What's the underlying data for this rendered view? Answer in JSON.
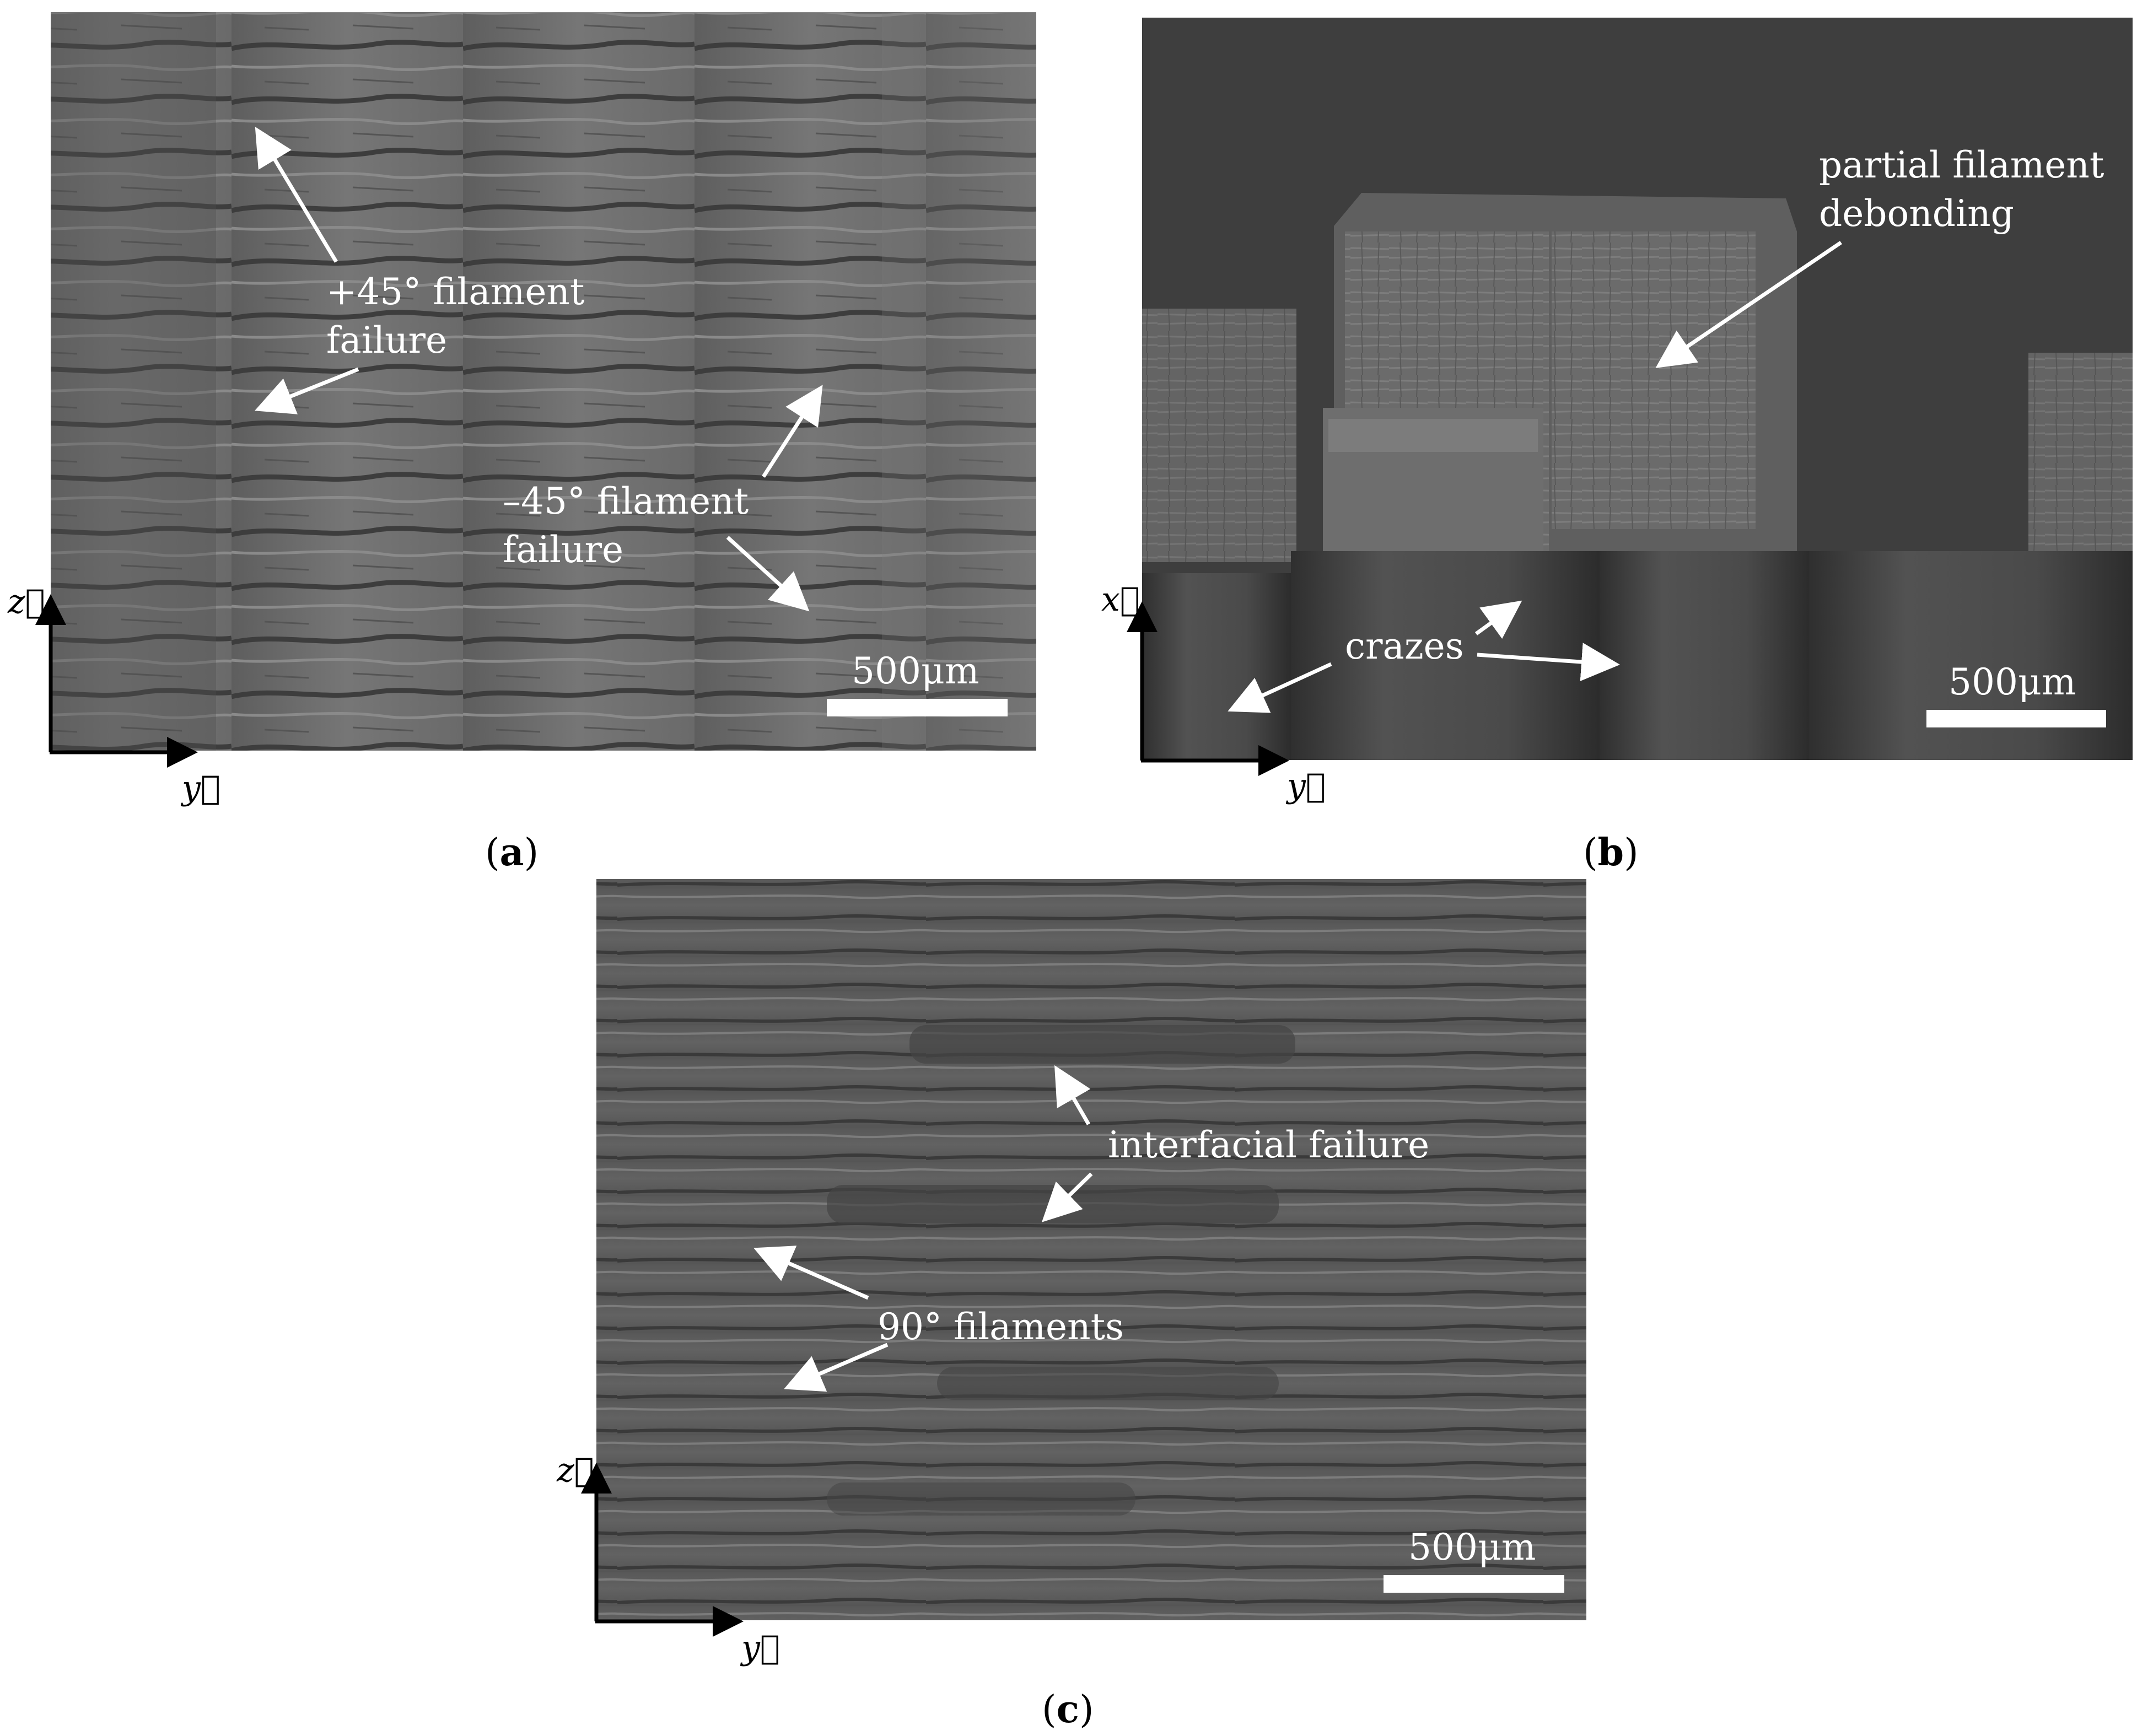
{
  "panels": [
    {
      "id": "a",
      "caption_open": "(",
      "caption_letter": "a",
      "caption_close": ")",
      "annotations": [
        "+45° filament",
        "failure",
        "–45° filament",
        "failure"
      ],
      "scale_bar": "500μm",
      "axis_vertical": "z⃗",
      "axis_horizontal": "y⃗"
    },
    {
      "id": "b",
      "caption_open": "(",
      "caption_letter": "b",
      "caption_close": ")",
      "annotations": [
        "partial filament",
        "debonding",
        "crazes"
      ],
      "scale_bar": "500μm",
      "axis_vertical": "x⃗",
      "axis_horizontal": "y⃗"
    },
    {
      "id": "c",
      "caption_open": "(",
      "caption_letter": "c",
      "caption_close": ")",
      "annotations": [
        "interfacial failure",
        "90° filaments"
      ],
      "scale_bar": "500μm",
      "axis_vertical": "z⃗",
      "axis_horizontal": "y⃗"
    }
  ],
  "colors": {
    "sem_a": "#6f6f6f",
    "sem_b_background": "#3e3e3e",
    "sem_c": "#5c5c5c",
    "annotation": "#ffffff"
  }
}
